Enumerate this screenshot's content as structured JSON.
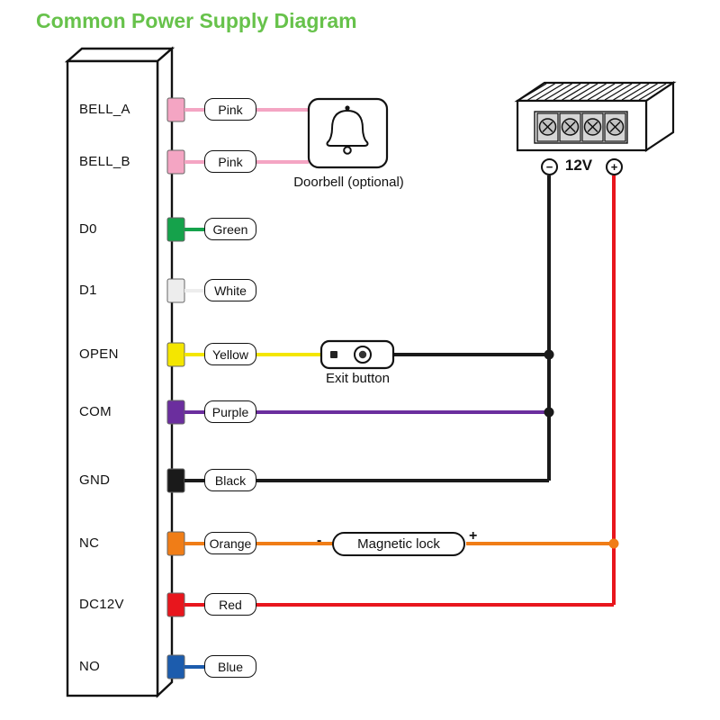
{
  "title": "Common Power Supply Diagram",
  "colors": {
    "title_green": "#67c24b",
    "wire_black": "#1a1a1a"
  },
  "terminals": [
    {
      "label": "BELL_A",
      "wire_label": "Pink",
      "color": "#f4a5c3"
    },
    {
      "label": "BELL_B",
      "wire_label": "Pink",
      "color": "#f4a5c3"
    },
    {
      "label": "D0",
      "wire_label": "Green",
      "color": "#15a24b"
    },
    {
      "label": "D1",
      "wire_label": "White",
      "color": "#ededed"
    },
    {
      "label": "OPEN",
      "wire_label": "Yellow",
      "color": "#f4e600"
    },
    {
      "label": "COM",
      "wire_label": "Purple",
      "color": "#6b2e9e"
    },
    {
      "label": "GND",
      "wire_label": "Black",
      "color": "#1a1a1a"
    },
    {
      "label": "NC",
      "wire_label": "Orange",
      "color": "#f07d17"
    },
    {
      "label": "DC12V",
      "wire_label": "Red",
      "color": "#e8161d"
    },
    {
      "label": "NO",
      "wire_label": "Blue",
      "color": "#1c5cad"
    }
  ],
  "doorbell": {
    "label": "Doorbell (optional)"
  },
  "exit_button": {
    "label": "Exit button"
  },
  "magnetic_lock": {
    "label": "Magnetic lock",
    "minus_sign": "-",
    "plus_sign": "+"
  },
  "power_supply": {
    "minus_sign": "−",
    "voltage_label": "12V",
    "plus_sign": "+"
  }
}
